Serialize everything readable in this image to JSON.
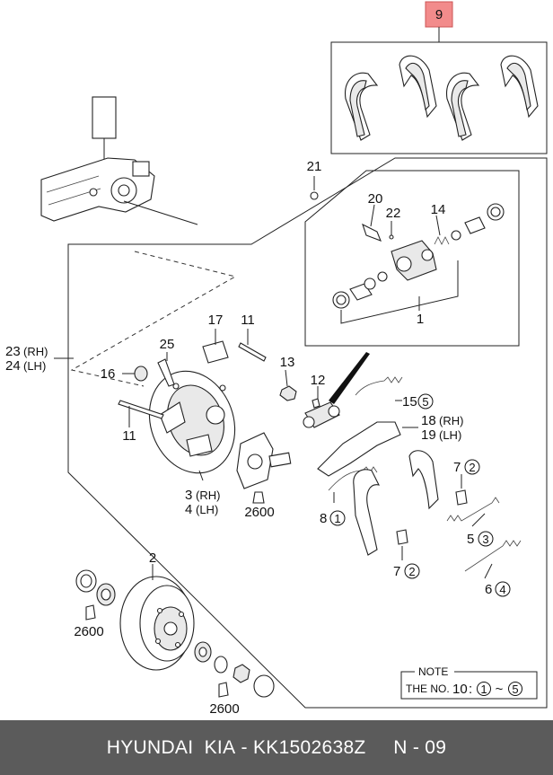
{
  "callouts": {
    "c1": "1",
    "c2": "2",
    "c3": "3",
    "c3_suffix": "(RH)",
    "c4": "4",
    "c4_suffix": "(LH)",
    "c5": "5",
    "c5_circled": "3",
    "c6": "6",
    "c6_circled": "4",
    "c7a": "7",
    "c7a_circled": "2",
    "c7b": "7",
    "c7b_circled": "2",
    "c8": "8",
    "c8_circled": "1",
    "c9": "9",
    "c11a": "11",
    "c11b": "11",
    "c12": "12",
    "c13": "13",
    "c14": "14",
    "c15": "15",
    "c15_circled": "5",
    "c16": "16",
    "c17": "17",
    "c18": "18",
    "c18_suffix": "(RH)",
    "c19": "19",
    "c19_suffix": "(LH)",
    "c20": "20",
    "c21": "21",
    "c22": "22",
    "c23": "23",
    "c23_suffix": "(RH)",
    "c24": "24",
    "c24_suffix": "(LH)",
    "c25": "25",
    "c2600a": "2600",
    "c2600b": "2600",
    "c2600c": "2600"
  },
  "note": {
    "title": "NOTE",
    "line_prefix": "THE NO.",
    "line_num": "10",
    "from": "1",
    "tilde": "~",
    "to": "5"
  },
  "footer": {
    "brand": "HYUNDAI  KIA",
    "sep": " - ",
    "part_number": "KK1502638Z",
    "page": "N - 09"
  },
  "colors": {
    "highlight": "#f28b8b",
    "footer_bg": "#5b5b5b"
  }
}
